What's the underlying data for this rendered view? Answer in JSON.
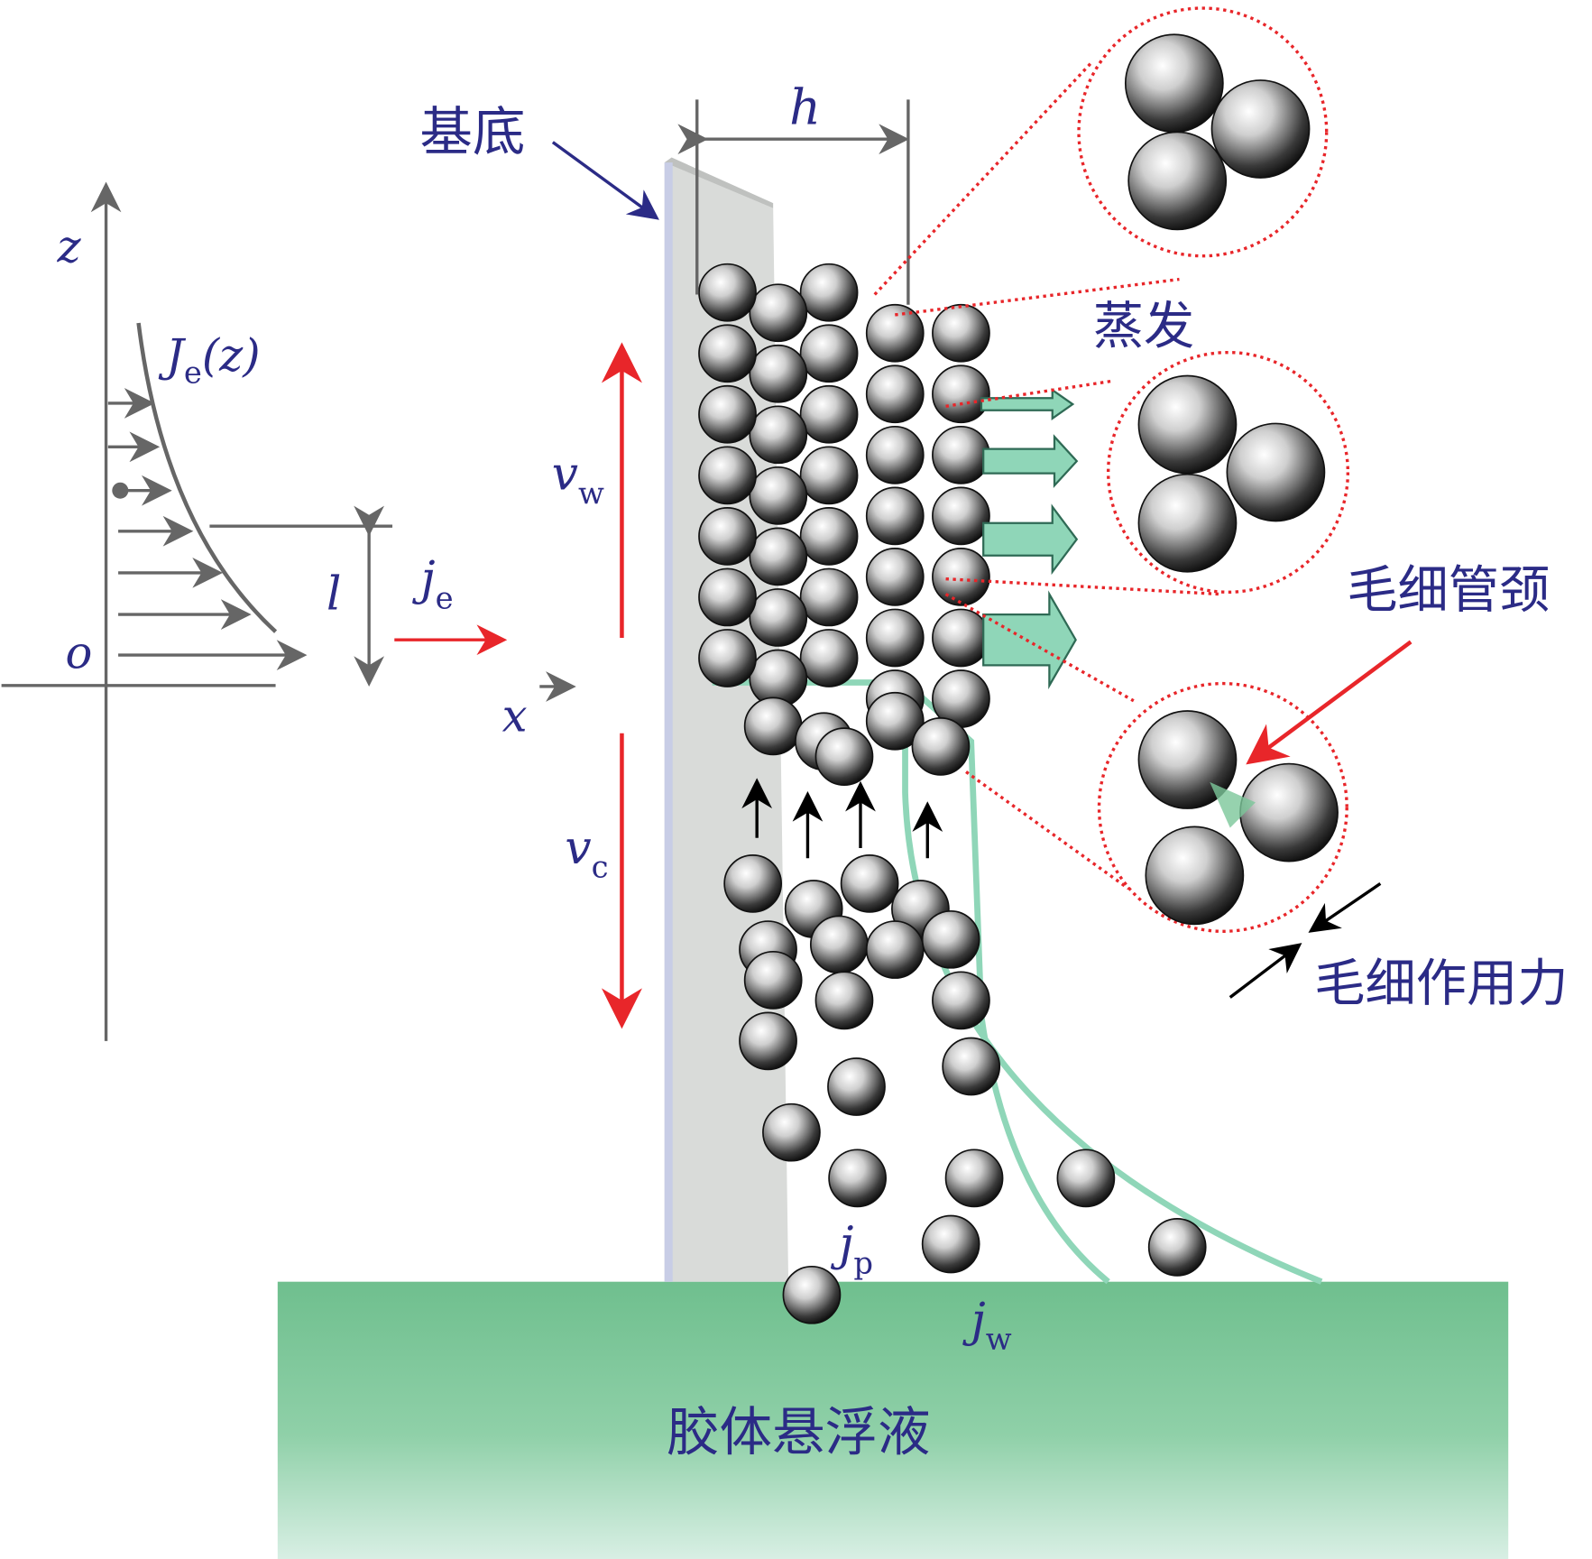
{
  "labels": {
    "substrate": "基底",
    "thickness": "h",
    "z_axis": "z",
    "flux_func": "J",
    "flux_func_sub": "e",
    "flux_func_arg": "(z)",
    "vw": "v",
    "vw_sub": "w",
    "length": "l",
    "je": "j",
    "je_sub": "e",
    "origin": "o",
    "x_axis": "x",
    "vc": "v",
    "vc_sub": "c",
    "evaporation": "蒸发",
    "capillary_neck": "毛细管颈",
    "capillary_force": "毛细作用力",
    "jp": "j",
    "jp_sub": "p",
    "jw": "j",
    "jw_sub": "w",
    "suspension": "胶体悬浮液"
  },
  "colors": {
    "label": "#2b2b86",
    "red_arrow": "#e8262a",
    "liquid": "#7cc79a",
    "axis": "#666666",
    "substrate": "#d9dbd9"
  }
}
